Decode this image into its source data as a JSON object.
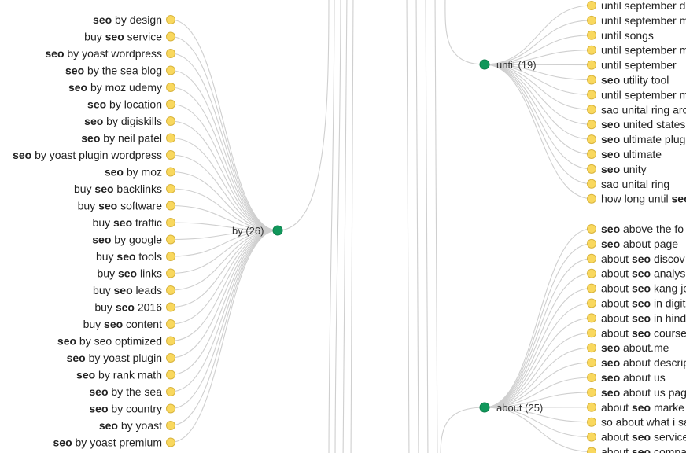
{
  "colors": {
    "leaf": "#f9d85e",
    "leaf_stroke": "#d8b43e",
    "hub": "#11975b",
    "link": "#cfcfcf"
  },
  "groups": [
    {
      "id": "by",
      "label": "by (26)",
      "leaves_side": "left",
      "leaves": [
        {
          "parts": [
            {
              "t": "seo",
              "b": true
            },
            {
              "t": " by design"
            }
          ]
        },
        {
          "parts": [
            {
              "t": "buy "
            },
            {
              "t": "seo",
              "b": true
            },
            {
              "t": " service"
            }
          ]
        },
        {
          "parts": [
            {
              "t": "seo",
              "b": true
            },
            {
              "t": " by yoast wordpress"
            }
          ]
        },
        {
          "parts": [
            {
              "t": "seo",
              "b": true
            },
            {
              "t": " by the sea blog"
            }
          ]
        },
        {
          "parts": [
            {
              "t": "seo",
              "b": true
            },
            {
              "t": " by moz udemy"
            }
          ]
        },
        {
          "parts": [
            {
              "t": "seo",
              "b": true
            },
            {
              "t": " by location"
            }
          ]
        },
        {
          "parts": [
            {
              "t": "seo",
              "b": true
            },
            {
              "t": " by digiskills"
            }
          ]
        },
        {
          "parts": [
            {
              "t": "seo",
              "b": true
            },
            {
              "t": " by neil patel"
            }
          ]
        },
        {
          "parts": [
            {
              "t": "seo",
              "b": true
            },
            {
              "t": " by yoast plugin wordpress"
            }
          ]
        },
        {
          "parts": [
            {
              "t": "seo",
              "b": true
            },
            {
              "t": " by moz"
            }
          ]
        },
        {
          "parts": [
            {
              "t": "buy "
            },
            {
              "t": "seo",
              "b": true
            },
            {
              "t": " backlinks"
            }
          ]
        },
        {
          "parts": [
            {
              "t": "buy "
            },
            {
              "t": "seo",
              "b": true
            },
            {
              "t": " software"
            }
          ]
        },
        {
          "parts": [
            {
              "t": "buy "
            },
            {
              "t": "seo",
              "b": true
            },
            {
              "t": " traffic"
            }
          ]
        },
        {
          "parts": [
            {
              "t": "seo",
              "b": true
            },
            {
              "t": " by google"
            }
          ]
        },
        {
          "parts": [
            {
              "t": "buy "
            },
            {
              "t": "seo",
              "b": true
            },
            {
              "t": " tools"
            }
          ]
        },
        {
          "parts": [
            {
              "t": "buy "
            },
            {
              "t": "seo",
              "b": true
            },
            {
              "t": " links"
            }
          ]
        },
        {
          "parts": [
            {
              "t": "buy "
            },
            {
              "t": "seo",
              "b": true
            },
            {
              "t": " leads"
            }
          ]
        },
        {
          "parts": [
            {
              "t": "buy "
            },
            {
              "t": "seo",
              "b": true
            },
            {
              "t": " 2016"
            }
          ]
        },
        {
          "parts": [
            {
              "t": "buy "
            },
            {
              "t": "seo",
              "b": true
            },
            {
              "t": " content"
            }
          ]
        },
        {
          "parts": [
            {
              "t": "seo",
              "b": true
            },
            {
              "t": " by seo optimized"
            }
          ]
        },
        {
          "parts": [
            {
              "t": "seo",
              "b": true
            },
            {
              "t": " by yoast plugin"
            }
          ]
        },
        {
          "parts": [
            {
              "t": "seo",
              "b": true
            },
            {
              "t": " by rank math"
            }
          ]
        },
        {
          "parts": [
            {
              "t": "seo",
              "b": true
            },
            {
              "t": " by the sea"
            }
          ]
        },
        {
          "parts": [
            {
              "t": "seo",
              "b": true
            },
            {
              "t": " by country"
            }
          ]
        },
        {
          "parts": [
            {
              "t": "seo",
              "b": true
            },
            {
              "t": " by yoast"
            }
          ]
        },
        {
          "parts": [
            {
              "t": "seo",
              "b": true
            },
            {
              "t": " by yoast premium"
            }
          ]
        }
      ]
    },
    {
      "id": "until",
      "label": "until (19)",
      "leaves_side": "right",
      "leaves": [
        {
          "parts": [
            {
              "t": "until september d"
            }
          ]
        },
        {
          "parts": [
            {
              "t": "until september m"
            }
          ]
        },
        {
          "parts": [
            {
              "t": "until songs"
            }
          ]
        },
        {
          "parts": [
            {
              "t": "until september m"
            }
          ]
        },
        {
          "parts": [
            {
              "t": "until september"
            }
          ]
        },
        {
          "parts": [
            {
              "t": "seo",
              "b": true
            },
            {
              "t": " utility tool"
            }
          ]
        },
        {
          "parts": [
            {
              "t": "until september m"
            }
          ]
        },
        {
          "parts": [
            {
              "t": "sao unital ring arc"
            }
          ]
        },
        {
          "parts": [
            {
              "t": "seo",
              "b": true
            },
            {
              "t": " united states"
            }
          ]
        },
        {
          "parts": [
            {
              "t": "seo",
              "b": true
            },
            {
              "t": " ultimate plug"
            }
          ]
        },
        {
          "parts": [
            {
              "t": "seo",
              "b": true
            },
            {
              "t": " ultimate"
            }
          ]
        },
        {
          "parts": [
            {
              "t": "seo",
              "b": true
            },
            {
              "t": " unity"
            }
          ]
        },
        {
          "parts": [
            {
              "t": "sao unital ring"
            }
          ]
        },
        {
          "parts": [
            {
              "t": "how long until "
            },
            {
              "t": "seo",
              "b": true
            }
          ]
        }
      ]
    },
    {
      "id": "about",
      "label": "about (25)",
      "leaves_side": "right",
      "leaves": [
        {
          "parts": [
            {
              "t": "seo",
              "b": true
            },
            {
              "t": " above the fo"
            }
          ]
        },
        {
          "parts": [
            {
              "t": "seo",
              "b": true
            },
            {
              "t": " about page"
            }
          ]
        },
        {
          "parts": [
            {
              "t": "about "
            },
            {
              "t": "seo",
              "b": true
            },
            {
              "t": " discov"
            }
          ]
        },
        {
          "parts": [
            {
              "t": "about "
            },
            {
              "t": "seo",
              "b": true
            },
            {
              "t": " analys"
            }
          ]
        },
        {
          "parts": [
            {
              "t": "about "
            },
            {
              "t": "seo",
              "b": true
            },
            {
              "t": " kang jo"
            }
          ]
        },
        {
          "parts": [
            {
              "t": "about "
            },
            {
              "t": "seo",
              "b": true
            },
            {
              "t": " in digit"
            }
          ]
        },
        {
          "parts": [
            {
              "t": "about "
            },
            {
              "t": "seo",
              "b": true
            },
            {
              "t": " in hind"
            }
          ]
        },
        {
          "parts": [
            {
              "t": "about "
            },
            {
              "t": "seo",
              "b": true
            },
            {
              "t": " course"
            }
          ]
        },
        {
          "parts": [
            {
              "t": "seo",
              "b": true
            },
            {
              "t": " about.me"
            }
          ]
        },
        {
          "parts": [
            {
              "t": "seo",
              "b": true
            },
            {
              "t": " about descrip"
            }
          ]
        },
        {
          "parts": [
            {
              "t": "seo",
              "b": true
            },
            {
              "t": " about us"
            }
          ]
        },
        {
          "parts": [
            {
              "t": "seo",
              "b": true
            },
            {
              "t": " about us pag"
            }
          ]
        },
        {
          "parts": [
            {
              "t": "about "
            },
            {
              "t": "seo",
              "b": true
            },
            {
              "t": " marke"
            }
          ]
        },
        {
          "parts": [
            {
              "t": "so about what i sa"
            }
          ]
        },
        {
          "parts": [
            {
              "t": "about "
            },
            {
              "t": "seo",
              "b": true
            },
            {
              "t": " service"
            }
          ]
        },
        {
          "parts": [
            {
              "t": "about "
            },
            {
              "t": "seo",
              "b": true
            },
            {
              "t": " compa"
            }
          ]
        }
      ]
    }
  ]
}
